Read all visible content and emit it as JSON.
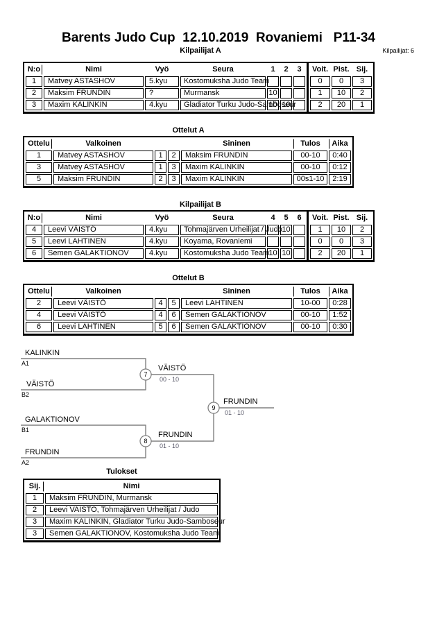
{
  "page": {
    "title": "Barents Judo Cup  12.10.2019  Rovaniemi   P11-34",
    "participants_label": "Kilpailijat: 6"
  },
  "colors": {
    "bracket_line": "#808080",
    "score_text": "#555566",
    "text": "#000000"
  },
  "pool_a": {
    "title": "Kilpailijat A",
    "headers": {
      "no": "N:o",
      "name": "Nimi",
      "belt": "Vyö",
      "club": "Seura",
      "r1": "1",
      "r2": "2",
      "r3": "3",
      "wins": "Voit.",
      "points": "Pist.",
      "place": "Sij."
    },
    "rows": [
      {
        "no": "1",
        "name": "Matvey ASTASHOV",
        "belt": "5.kyu",
        "club": "Kostomuksha Judo Team",
        "r1": "",
        "r2": "",
        "r3": "",
        "wins": "0",
        "points": "0",
        "place": "3"
      },
      {
        "no": "2",
        "name": "Maksim FRUNDIN",
        "belt": "?",
        "club": "Murmansk",
        "r1": "10",
        "r2": "",
        "r3": "",
        "wins": "1",
        "points": "10",
        "place": "2"
      },
      {
        "no": "3",
        "name": "Maxim KALINKIN",
        "belt": "4.kyu",
        "club": "Gladiator Turku Judo-Samboseur",
        "r1": "10",
        "r2": "10",
        "r3": "",
        "wins": "2",
        "points": "20",
        "place": "1"
      }
    ]
  },
  "matches_a": {
    "title": "Ottelut A",
    "headers": {
      "match": "Ottelu",
      "white": "Valkoinen",
      "blue": "Sininen",
      "result": "Tulos",
      "time": "Aika"
    },
    "rows": [
      {
        "match": "1",
        "white": "Matvey ASTASHOV",
        "wno": "1",
        "bno": "2",
        "blue": "Maksim FRUNDIN",
        "result": "00-10",
        "time": "0:40"
      },
      {
        "match": "3",
        "white": "Matvey ASTASHOV",
        "wno": "1",
        "bno": "3",
        "blue": "Maxim KALINKIN",
        "result": "00-10",
        "time": "0:12"
      },
      {
        "match": "5",
        "white": "Maksim FRUNDIN",
        "wno": "2",
        "bno": "3",
        "blue": "Maxim KALINKIN",
        "result": "00s1-10",
        "time": "2:19"
      }
    ]
  },
  "pool_b": {
    "title": "Kilpailijat B",
    "headers": {
      "no": "N:o",
      "name": "Nimi",
      "belt": "Vyö",
      "club": "Seura",
      "r1": "4",
      "r2": "5",
      "r3": "6",
      "wins": "Voit.",
      "points": "Pist.",
      "place": "Sij."
    },
    "rows": [
      {
        "no": "4",
        "name": "Leevi VÄISTÖ",
        "belt": "4.kyu",
        "club": "Tohmajärven Urheilijat / Judo",
        "r1": "",
        "r2": "10",
        "r3": "",
        "wins": "1",
        "points": "10",
        "place": "2"
      },
      {
        "no": "5",
        "name": "Leevi LAHTINEN",
        "belt": "4.kyu",
        "club": "Koyama, Rovaniemi",
        "r1": "",
        "r2": "",
        "r3": "",
        "wins": "0",
        "points": "0",
        "place": "3"
      },
      {
        "no": "6",
        "name": "Semen GALAKTIONOV",
        "belt": "4.kyu",
        "club": "Kostomuksha Judo Team",
        "r1": "10",
        "r2": "10",
        "r3": "",
        "wins": "2",
        "points": "20",
        "place": "1"
      }
    ]
  },
  "matches_b": {
    "title": "Ottelut B",
    "headers": {
      "match": "Ottelu",
      "white": "Valkoinen",
      "blue": "Sininen",
      "result": "Tulos",
      "time": "Aika"
    },
    "rows": [
      {
        "match": "2",
        "white": "Leevi VÄISTÖ",
        "wno": "4",
        "bno": "5",
        "blue": "Leevi LAHTINEN",
        "result": "10-00",
        "time": "0:28"
      },
      {
        "match": "4",
        "white": "Leevi VÄISTÖ",
        "wno": "4",
        "bno": "6",
        "blue": "Semen GALAKTIONOV",
        "result": "00-10",
        "time": "1:52"
      },
      {
        "match": "6",
        "white": "Leevi LAHTINEN",
        "wno": "5",
        "bno": "6",
        "blue": "Semen GALAKTIONOV",
        "result": "00-10",
        "time": "0:30"
      }
    ]
  },
  "bracket": {
    "semi1": {
      "top_name": "KALINKIN",
      "top_seed": "A1",
      "bottom_name": "VÄISTÖ",
      "bottom_seed": "B2",
      "match_no": "7",
      "winner": "VÄISTÖ",
      "score": "00 - 10"
    },
    "semi2": {
      "top_name": "GALAKTIONOV",
      "top_seed": "B1",
      "bottom_name": "FRUNDIN",
      "bottom_seed": "A2",
      "match_no": "8",
      "winner": "FRUNDIN",
      "score": "01 - 10"
    },
    "final": {
      "match_no": "9",
      "winner": "FRUNDIN",
      "score": "01 - 10"
    }
  },
  "results": {
    "title": "Tulokset",
    "headers": {
      "place": "Sij.",
      "name": "Nimi"
    },
    "rows": [
      {
        "place": "1",
        "name": "Maksim FRUNDIN, Murmansk"
      },
      {
        "place": "2",
        "name": "Leevi VAISTO, Tohmajärven Urheilijat / Judo"
      },
      {
        "place": "3",
        "name": "Maxim KALINKIN, Gladiator Turku Judo-Samboseur"
      },
      {
        "place": "3",
        "name": "Semen GALAKTIONOV, Kostomuksha Judo Team"
      }
    ]
  }
}
